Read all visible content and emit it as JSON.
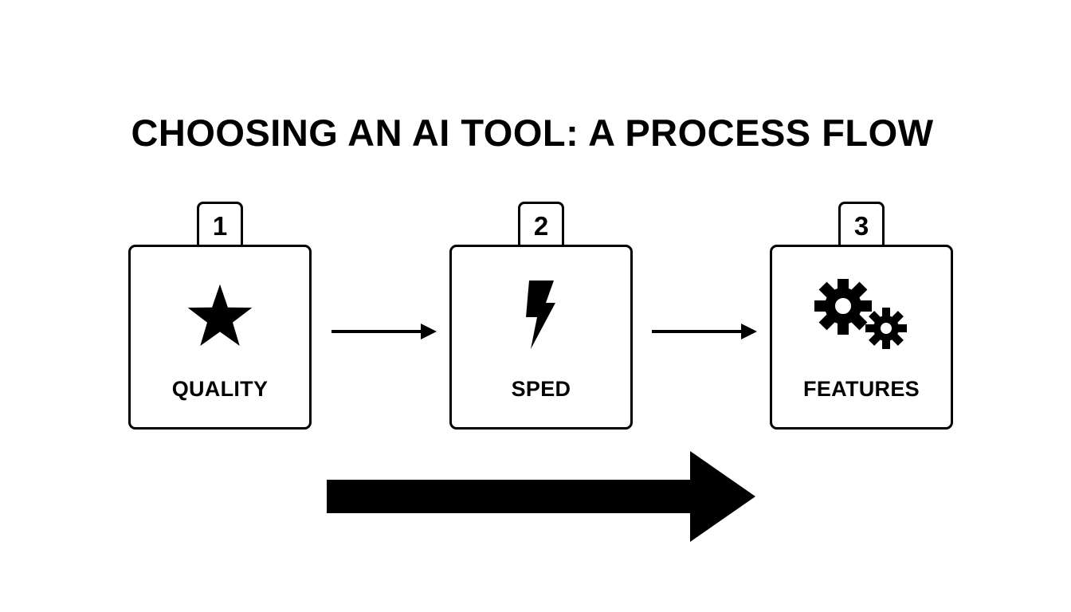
{
  "title": "CHOOSING AN AI TOOL: A PROCESS FLOW",
  "steps": [
    {
      "number": "1",
      "label": "QUALITY",
      "icon": "star-icon"
    },
    {
      "number": "2",
      "label": "SPED",
      "icon": "lightning-bolt-icon"
    },
    {
      "number": "3",
      "label": "FEATURES",
      "icon": "gears-icon"
    }
  ],
  "colors": {
    "stroke": "#000000",
    "background": "#ffffff"
  }
}
